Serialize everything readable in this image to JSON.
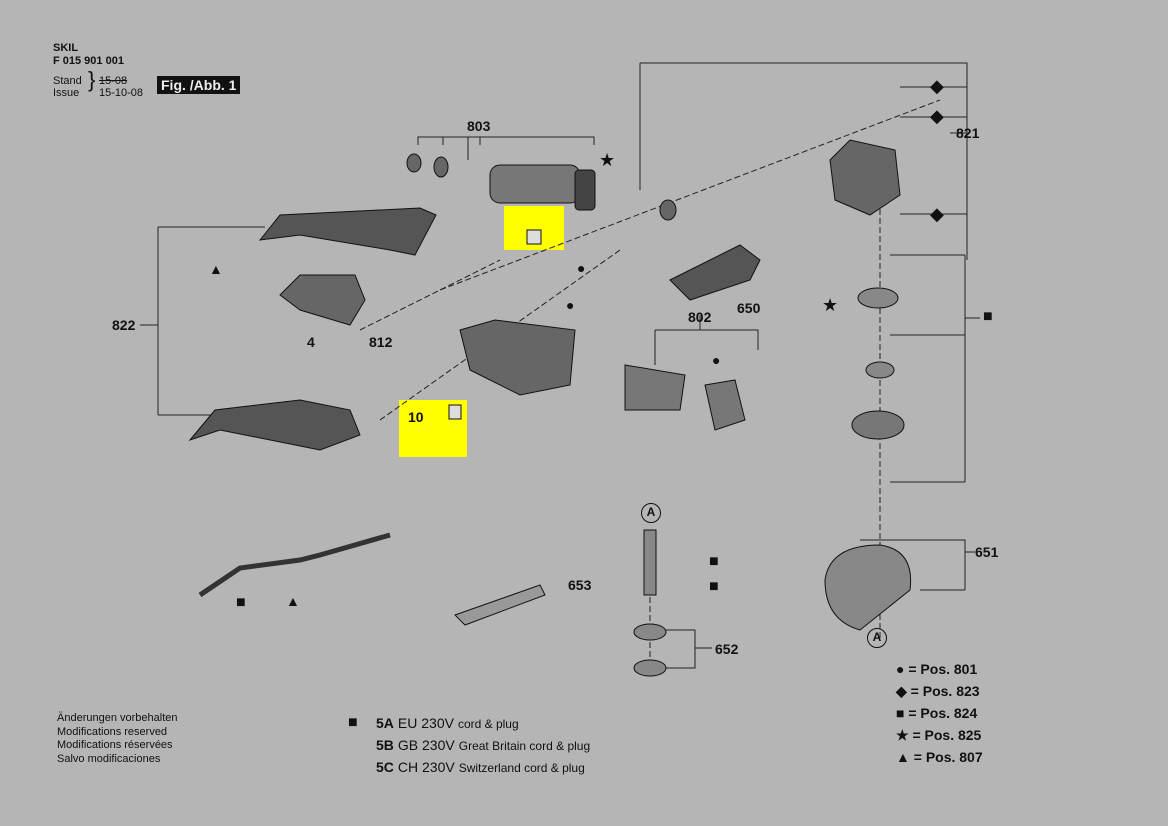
{
  "header": {
    "brand": "SKIL",
    "part_number": "F 015 901 001",
    "stand_label": "Stand",
    "stand_value": "15-08",
    "issue_label": "Issue",
    "issue_value": "15-10-08",
    "figure": "Fig. /Abb. 1"
  },
  "callouts": {
    "p803": "803",
    "p821": "821",
    "p822": "822",
    "p4": "4",
    "p812": "812",
    "p650": "650",
    "p802": "802",
    "p10": "10",
    "p653": "653",
    "p652": "652",
    "p651": "651",
    "a_top": "A",
    "a_bottom": "A"
  },
  "legend": [
    {
      "symbol": "●",
      "text": "= Pos. 801"
    },
    {
      "symbol": "◆",
      "text": "= Pos. 823"
    },
    {
      "symbol": "■",
      "text": "= Pos. 824"
    },
    {
      "symbol": "★",
      "text": "= Pos. 825"
    },
    {
      "symbol": "▲",
      "text": "= Pos. 807"
    }
  ],
  "footer": [
    "Änderungen vorbehalten",
    "Modifications reserved",
    "Modifications réservées",
    "Salvo modificaciones"
  ],
  "cords": [
    {
      "code": "5A",
      "voltage": "EU 230V",
      "desc": "cord & plug"
    },
    {
      "code": "5B",
      "voltage": "GB 230V",
      "desc": "Great Britain cord & plug"
    },
    {
      "code": "5C",
      "voltage": "CH 230V",
      "desc": "Switzerland cord & plug"
    }
  ],
  "colors": {
    "background": "#b5b5b5",
    "highlight": "#ffff00"
  }
}
